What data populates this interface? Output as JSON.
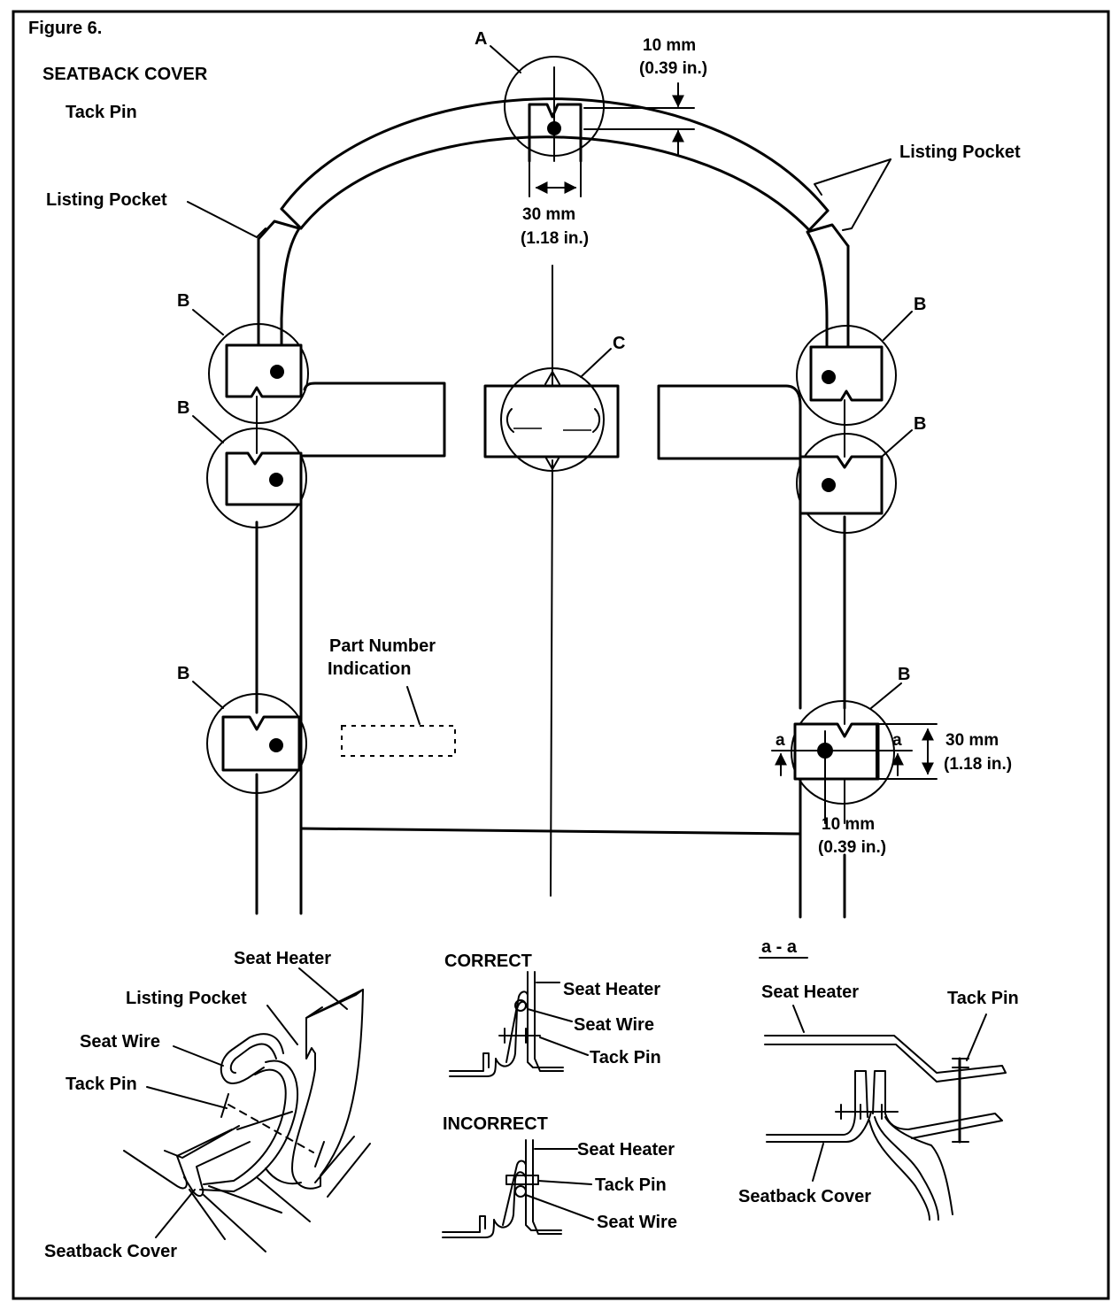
{
  "figure": {
    "number": "Figure 6.",
    "title": "SEATBACK COVER",
    "subtitle": "Tack Pin"
  },
  "labels": {
    "listing_pocket": "Listing Pocket",
    "point_a": "A",
    "point_b": "B",
    "point_c": "C",
    "section_a": "a",
    "part_number_indication": [
      "Part Number",
      "Indication"
    ]
  },
  "dimensions": {
    "top_depth": [
      "10 mm",
      "(0.39 in.)"
    ],
    "top_width": [
      "30 mm",
      "(1.18 in.)"
    ],
    "side_height": [
      "30 mm",
      "(1.18 in.)"
    ],
    "side_offset": [
      "10 mm",
      "(0.39 in.)"
    ]
  },
  "details": {
    "perspective": {
      "seat_heater": "Seat Heater",
      "listing_pocket": "Listing Pocket",
      "seat_wire": "Seat Wire",
      "tack_pin": "Tack Pin",
      "seatback_cover": "Seatback Cover"
    },
    "correct": {
      "heading": "CORRECT",
      "seat_heater": "Seat Heater",
      "seat_wire": "Seat Wire",
      "tack_pin": "Tack Pin"
    },
    "incorrect": {
      "heading": "INCORRECT",
      "seat_heater": "Seat Heater",
      "tack_pin": "Tack Pin",
      "seat_wire": "Seat Wire"
    },
    "section": {
      "heading": "a - a",
      "seat_heater": "Seat Heater",
      "tack_pin": "Tack Pin",
      "seatback_cover": "Seatback Cover"
    }
  }
}
